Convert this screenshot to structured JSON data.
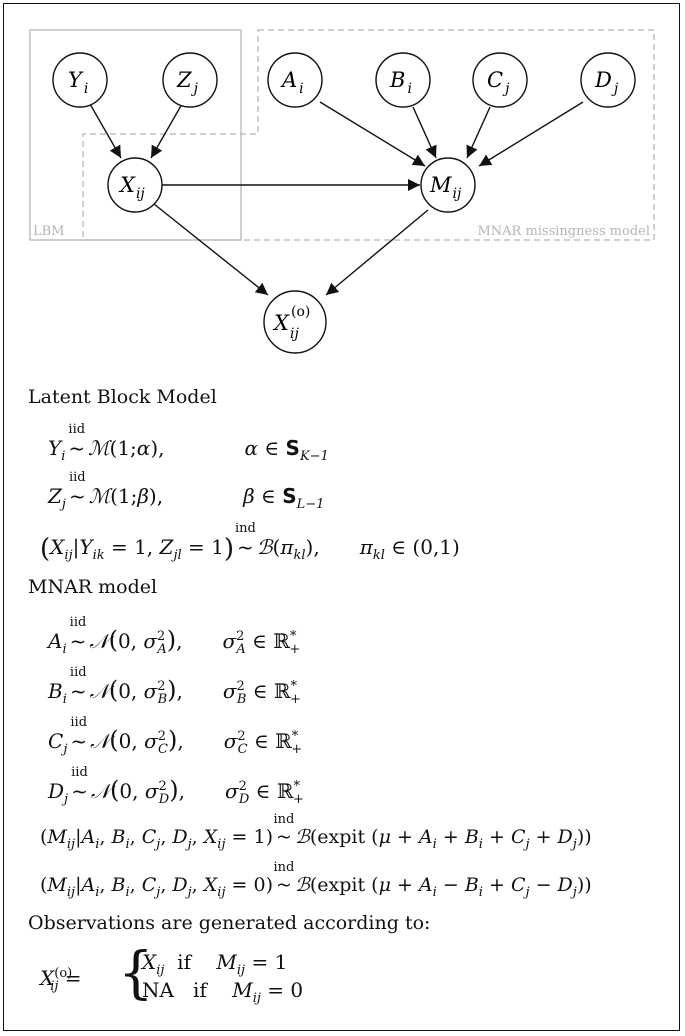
{
  "diagram": {
    "plates": {
      "lbm_label": "LBM",
      "mnar_label": "MNAR missingness model"
    },
    "nodes": {
      "Y": {
        "base": "Y",
        "sub": "i"
      },
      "Z": {
        "base": "Z",
        "sub": "j"
      },
      "A": {
        "base": "A",
        "sub": "i"
      },
      "B": {
        "base": "B",
        "sub": "i"
      },
      "C": {
        "base": "C",
        "sub": "j"
      },
      "D": {
        "base": "D",
        "sub": "j"
      },
      "X": {
        "base": "X",
        "sub": "ij"
      },
      "M": {
        "base": "M",
        "sub": "ij"
      },
      "Xo": {
        "base": "X",
        "sub": "ij",
        "sup": "(o)"
      }
    }
  },
  "sections": {
    "lbm_title": "Latent Block Model",
    "mnar_title": "MNAR model",
    "obs_title": "Observations are generated according to:"
  },
  "equations": {
    "iid": "iid",
    "ind": "ind",
    "lbm": [
      "Y_i ~ M(1; α),   α ∈ S_{K−1}",
      "Z_j ~ M(1; β),   β ∈ S_{L−1}",
      "(X_ij | Y_ik = 1, Z_jl = 1) ~ B(π_kl),   π_kl ∈ (0,1)"
    ],
    "mnar": [
      "A_i ~ N(0, σ_A^2),   σ_A^2 ∈ R_+^*",
      "B_i ~ N(0, σ_B^2),   σ_B^2 ∈ R_+^*",
      "C_j ~ N(0, σ_C^2),   σ_C^2 ∈ R_+^*",
      "D_j ~ N(0, σ_D^2),   σ_D^2 ∈ R_+^*",
      "(M_ij | A_i, B_i, C_j, D_j, X_ij = 1) ~ B(expit(μ + A_i + B_i + C_j + D_j))",
      "(M_ij | A_i, B_i, C_j, D_j, X_ij = 0) ~ B(expit(μ + A_i − B_i + C_j − D_j))"
    ],
    "obs": {
      "case1_value": "X_ij",
      "case1_cond": "if   M_ij = 1",
      "case2_value": "NA",
      "case2_cond": "if   M_ij = 0"
    }
  }
}
